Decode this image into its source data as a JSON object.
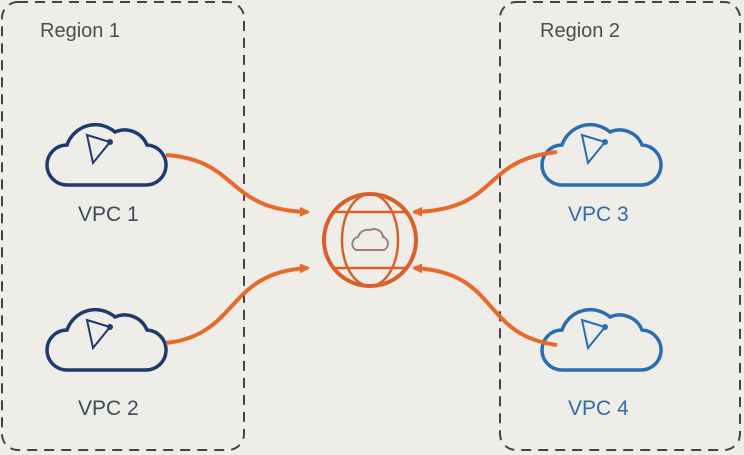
{
  "regions": [
    {
      "label": "Region 1"
    },
    {
      "label": "Region 2"
    }
  ],
  "vpcs": [
    {
      "label": "VPC 1"
    },
    {
      "label": "VPC 2"
    },
    {
      "label": "VPC 3"
    },
    {
      "label": "VPC 4"
    }
  ],
  "hub": {
    "icon": "globe-cloud-icon"
  },
  "colors": {
    "arrow": "#e8692a",
    "cloud_left": "#1f3a6e",
    "cloud_right": "#2a6db0",
    "hub": "#d9602a"
  }
}
